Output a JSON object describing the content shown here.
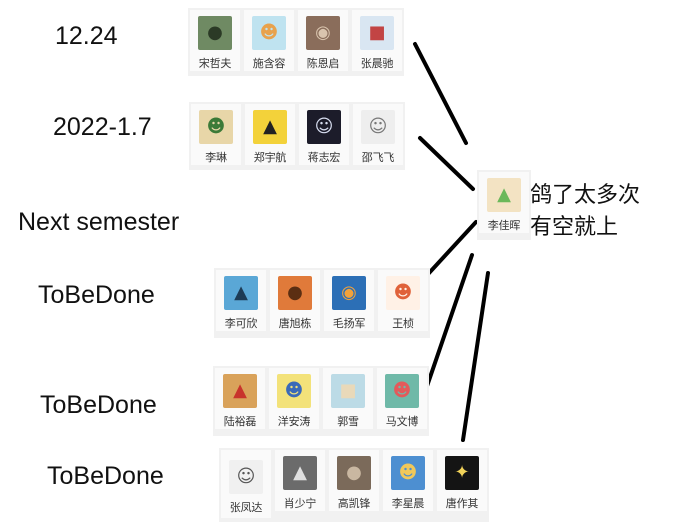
{
  "labels": {
    "g1": "12.24",
    "g2": "2022-1.7",
    "g3": "Next semester",
    "g4": "ToBeDone",
    "g5": "ToBeDone",
    "g6": "ToBeDone"
  },
  "groups": {
    "g1": [
      "宋哲夫",
      "施含容",
      "陈恩启",
      "张晨驰"
    ],
    "g2": [
      "李琳",
      "郑宇航",
      "蒋志宏",
      "邵飞飞"
    ],
    "g4": [
      "李可欣",
      "唐旭栋",
      "毛扬军",
      "王桢"
    ],
    "g5": [
      "陆裕磊",
      "洋安涛",
      "郭雪",
      "马文博"
    ],
    "g6": [
      "张凤达",
      "肖少宁",
      "高凯锋",
      "李星晨",
      "唐作其"
    ]
  },
  "center": {
    "name": "李佳晖",
    "note_line1": "鸽了太多次",
    "note_line2": "有空就上"
  }
}
